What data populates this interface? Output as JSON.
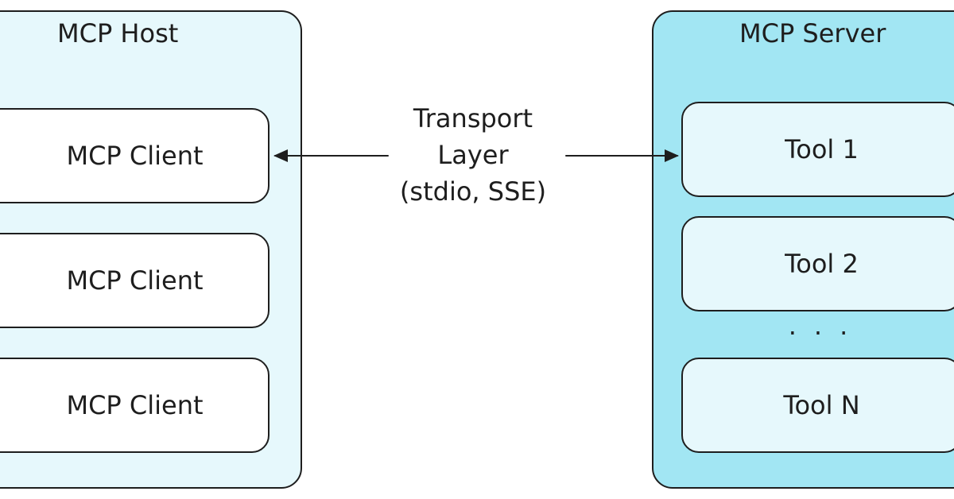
{
  "host": {
    "title": "MCP Host",
    "clients": [
      "MCP Client",
      "MCP Client",
      "MCP Client"
    ]
  },
  "transport": {
    "line1": "Transport",
    "line2": "Layer",
    "line3": "(stdio, SSE)"
  },
  "server": {
    "title": "MCP Server",
    "tools": [
      "Tool 1",
      "Tool 2",
      "Tool N"
    ],
    "ellipsis": "..."
  },
  "colors": {
    "host_fill": "#e6f8fc",
    "server_fill": "#a2e6f3",
    "tool_fill": "#e6f8fc",
    "client_fill": "#ffffff",
    "stroke": "#1e1e1e"
  }
}
